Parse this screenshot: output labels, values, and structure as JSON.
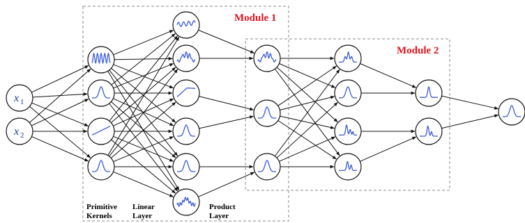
{
  "modules": [
    {
      "label": "Module 1",
      "color": "#e0141e"
    },
    {
      "label": "Module 2",
      "color": "#e0141e"
    }
  ],
  "inputs": [
    {
      "var": "x",
      "sub": "1"
    },
    {
      "var": "x",
      "sub": "2"
    }
  ],
  "layer_labels": {
    "primitive": [
      "Primitive",
      "Kernels"
    ],
    "linear": [
      "Linear",
      "Layer"
    ],
    "product": [
      "Product",
      "Layer"
    ]
  },
  "colors": {
    "curve": "#3a5ad8",
    "node_stroke": "#111111",
    "edge": "#111111",
    "box": "#888888"
  }
}
